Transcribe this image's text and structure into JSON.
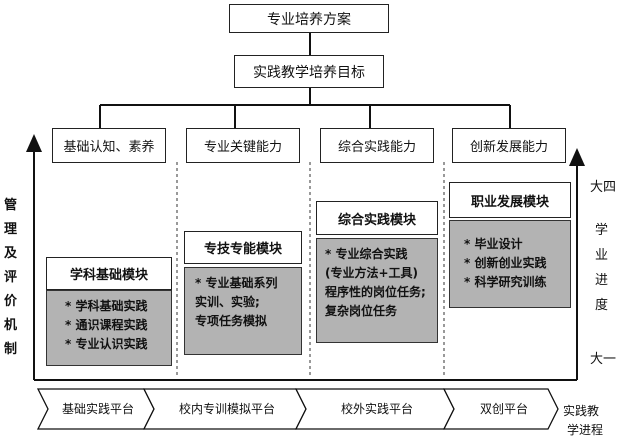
{
  "top_title": "专业培养方案",
  "goal": "实践教学培养目标",
  "abilities": [
    "基础认知、素养",
    "专业关键能力",
    "综合实践能力",
    "创新发展能力"
  ],
  "modules": [
    {
      "title": "学科基础模块",
      "items": [
        "* 学科基础实践",
        "* 通识课程实践",
        "* 专业认识实践"
      ]
    },
    {
      "title": "专技专能模块",
      "items": [
        "* 专业基础系列",
        "实训、实验;",
        "专项任务模拟"
      ]
    },
    {
      "title": "综合实践模块",
      "items": [
        "* 专业综合实践",
        "(专业方法+工具)",
        "程序性的岗位任务;",
        "复杂岗位任务"
      ]
    },
    {
      "title": "职业发展模块",
      "items": [
        "* 毕业设计",
        "* 创新创业实践",
        "* 科学研究训练"
      ]
    }
  ],
  "platforms": [
    "基础实践平台",
    "校内专训模拟平台",
    "校外实践平台",
    "双创平台"
  ],
  "left_axis": [
    "管",
    "理",
    "及",
    "评",
    "价",
    "机",
    "制"
  ],
  "right_axis": {
    "top": "大四",
    "chars": [
      "学",
      "业",
      "进",
      "度"
    ],
    "bottom": "大一"
  },
  "bottom_axis": [
    "实践教",
    "学进程"
  ]
}
